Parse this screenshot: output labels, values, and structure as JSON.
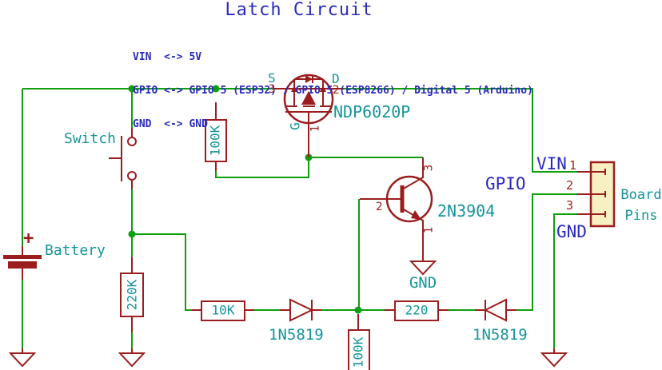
{
  "title": "Latch Circuit",
  "notes": [
    "VIN  <-> 5V",
    "GPIO <-> GPIO 5 (ESP32) / GPIO 5 (ESP8266) / Digital 5 (Arduino)",
    "GND  <-> GND"
  ],
  "net_labels": {
    "vin": "VIN",
    "gpio": "GPIO",
    "gnd": "GND"
  },
  "battery": {
    "label": "Battery",
    "plus": "+"
  },
  "switch": {
    "label": "Switch"
  },
  "mosfet": {
    "part": "NDP6020P",
    "pins": {
      "source": {
        "name": "S",
        "number": "3"
      },
      "drain": {
        "name": "D",
        "number": "2"
      },
      "gate": {
        "name": "G",
        "number": "1"
      }
    }
  },
  "transistor": {
    "part": "2N3904",
    "pins": {
      "collector": "3",
      "base": "2",
      "emitter": "1"
    },
    "gnd": "GND"
  },
  "resistors": {
    "pullup": "100K",
    "switch_pulldown": "220K",
    "base_series": "10K",
    "base_pulldown": "100K",
    "gpio_series": "220"
  },
  "diodes": {
    "d1": "1N5819",
    "d2": "1N5819"
  },
  "connector": {
    "label": "Board Pins",
    "pins": [
      "1",
      "2",
      "3"
    ]
  },
  "colors": {
    "wire": "#0d9f0d",
    "component": "#9b1d1d",
    "value_text": "#14949c",
    "note_text": "#2a2ac0",
    "connector_fill": "#f8efc2",
    "background": "#ffffff"
  }
}
